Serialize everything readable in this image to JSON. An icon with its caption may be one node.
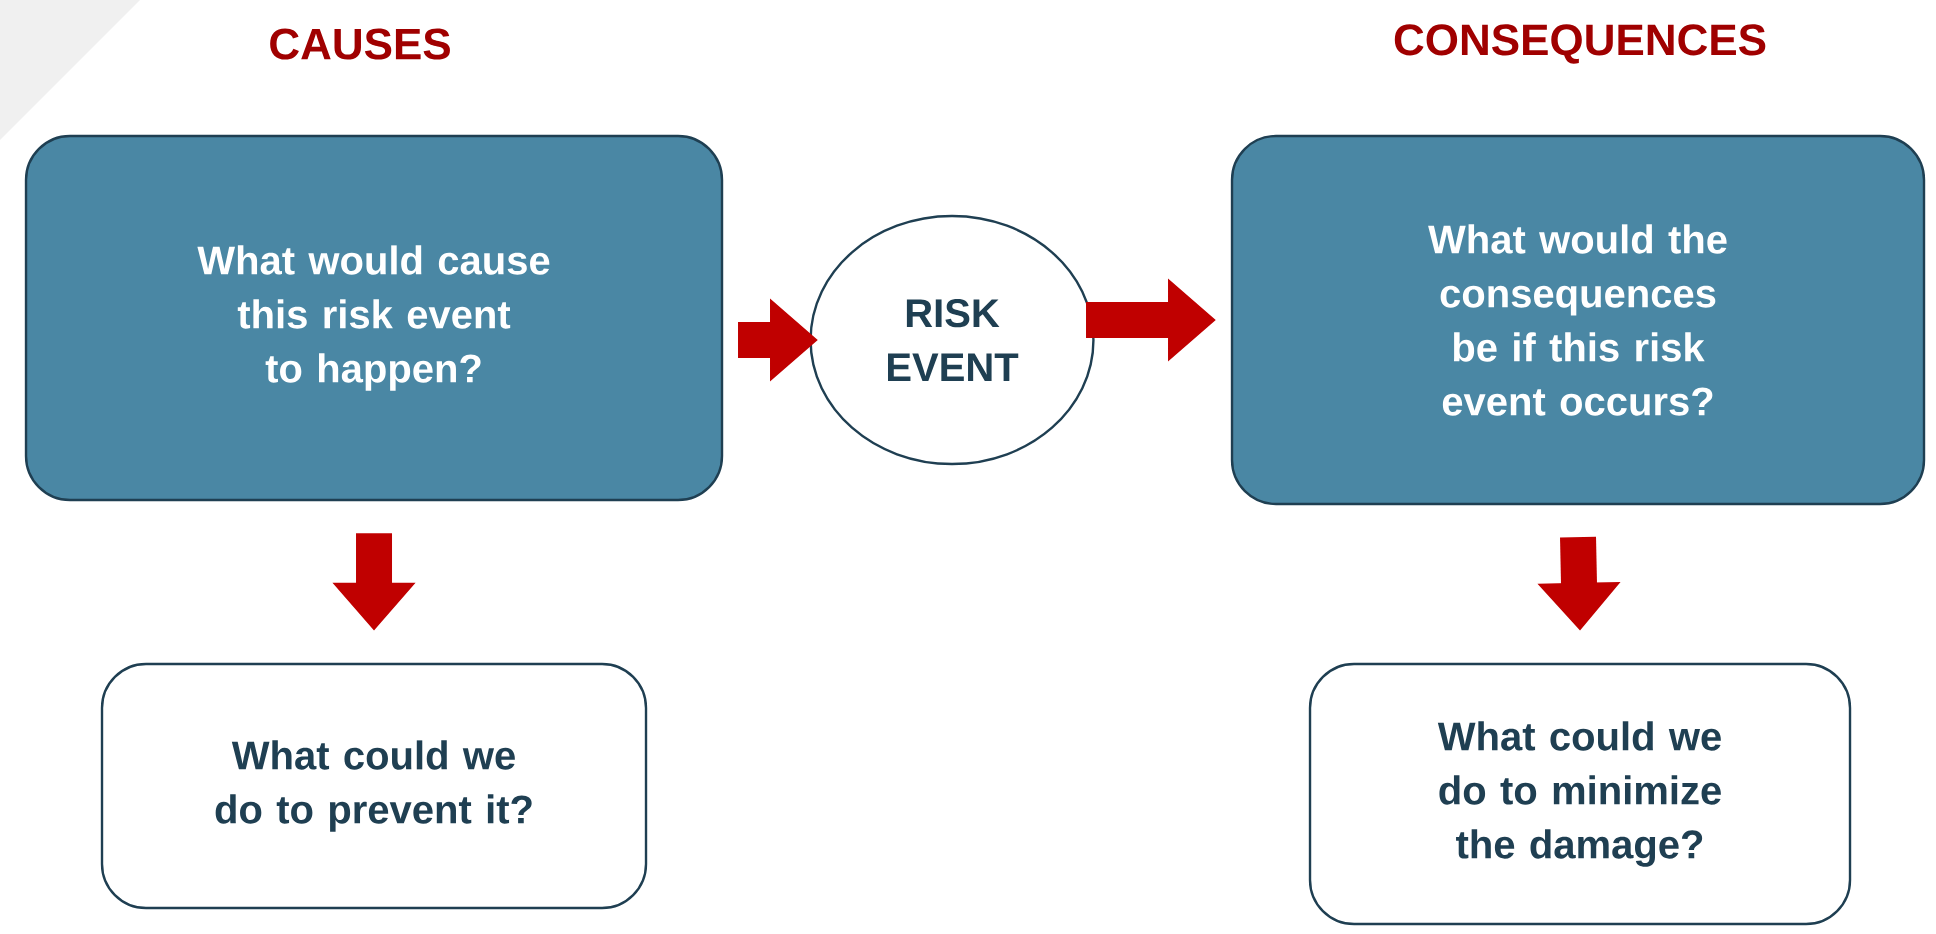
{
  "diagram": {
    "nodes": [
      {
        "text": [
          "What would cause this risk event to happen?"
        ]
      },
      {
        "text": [
          "RISK EVENT"
        ]
      },
      {
        "text": [
          "What would the consequences be if this risk event occurs?"
        ]
      },
      {
        "text": [
          "What could we do to prevent it?"
        ]
      },
      {
        "text": [
          "What could we do to minimize the damage?"
        ]
      }
    ],
    "edges": [
      {
        "from": 0,
        "to": 1,
        "arrow": "to"
      },
      {
        "from": 1,
        "to": 2,
        "arrow": "to"
      },
      {
        "from": 0,
        "to": 3,
        "arrow": "to"
      },
      {
        "from": 2,
        "to": 4,
        "arrow": "to"
      }
    ],
    "labels": [
      "CAUSES",
      "CONSEQUENCES"
    ]
  }
}
